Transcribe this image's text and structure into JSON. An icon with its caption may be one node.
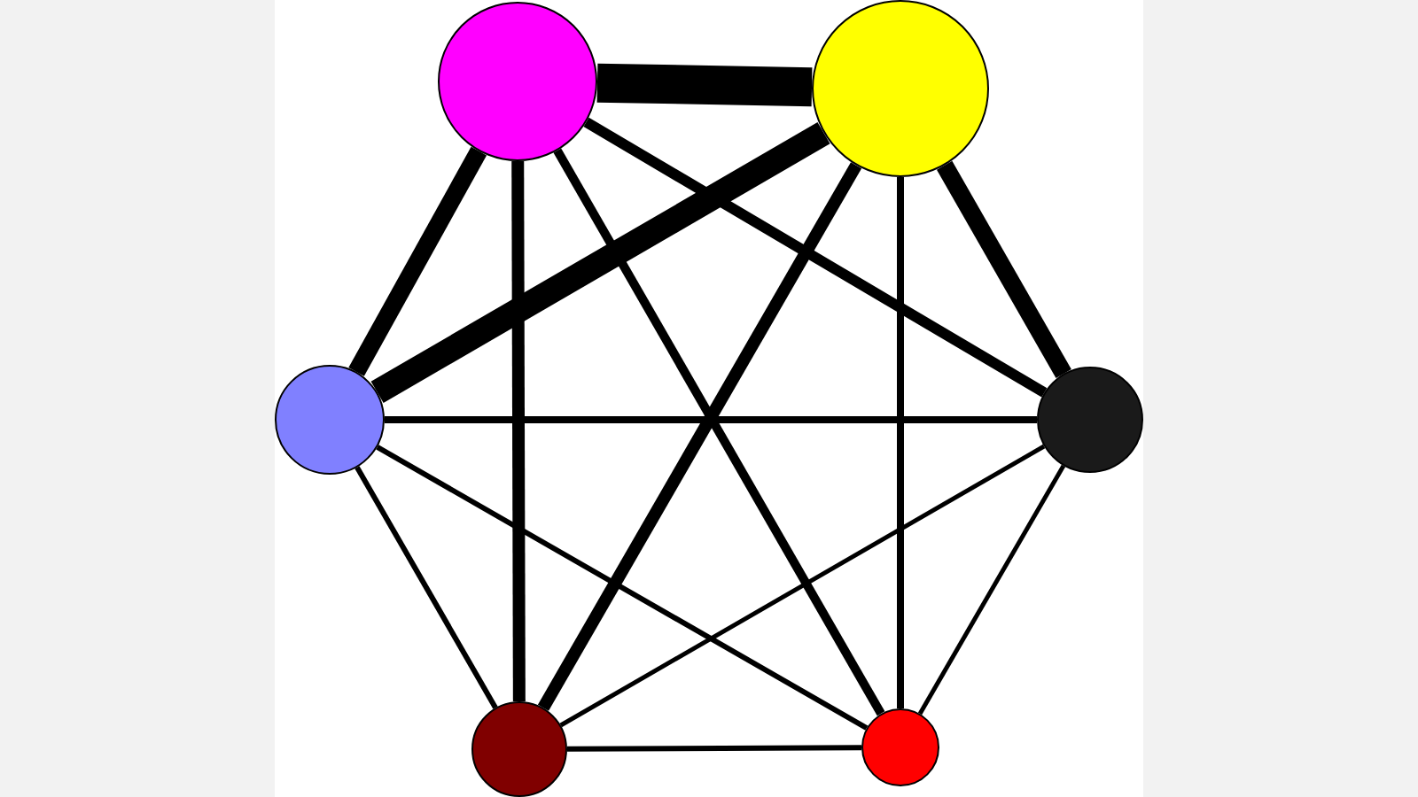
{
  "diagram": {
    "nodes": [
      {
        "text": [],
        "shape": "circle"
      },
      {
        "text": [],
        "shape": "circle"
      },
      {
        "text": [],
        "shape": "circle"
      },
      {
        "text": [],
        "shape": "circle"
      },
      {
        "text": [],
        "shape": "circle"
      },
      {
        "text": [],
        "shape": "circle"
      }
    ],
    "edges": [
      {
        "from": 0,
        "to": 1,
        "arrow": "none",
        "style": "thick"
      },
      {
        "from": 0,
        "to": 2,
        "arrow": "none",
        "style": "thick"
      },
      {
        "from": 0,
        "to": 3,
        "arrow": "none"
      },
      {
        "from": 0,
        "to": 4,
        "arrow": "none"
      },
      {
        "from": 0,
        "to": 5,
        "arrow": "none"
      },
      {
        "from": 1,
        "to": 2,
        "arrow": "none",
        "style": "thick"
      },
      {
        "from": 1,
        "to": 3,
        "arrow": "none",
        "style": "thick"
      },
      {
        "from": 1,
        "to": 4,
        "arrow": "none"
      },
      {
        "from": 1,
        "to": 5,
        "arrow": "none"
      },
      {
        "from": 2,
        "to": 3,
        "arrow": "none"
      },
      {
        "from": 2,
        "to": 4,
        "arrow": "none"
      },
      {
        "from": 2,
        "to": 5,
        "arrow": "none"
      },
      {
        "from": 3,
        "to": 4,
        "arrow": "none"
      },
      {
        "from": 3,
        "to": 5,
        "arrow": "none"
      },
      {
        "from": 4,
        "to": 5,
        "arrow": "none"
      }
    ]
  }
}
